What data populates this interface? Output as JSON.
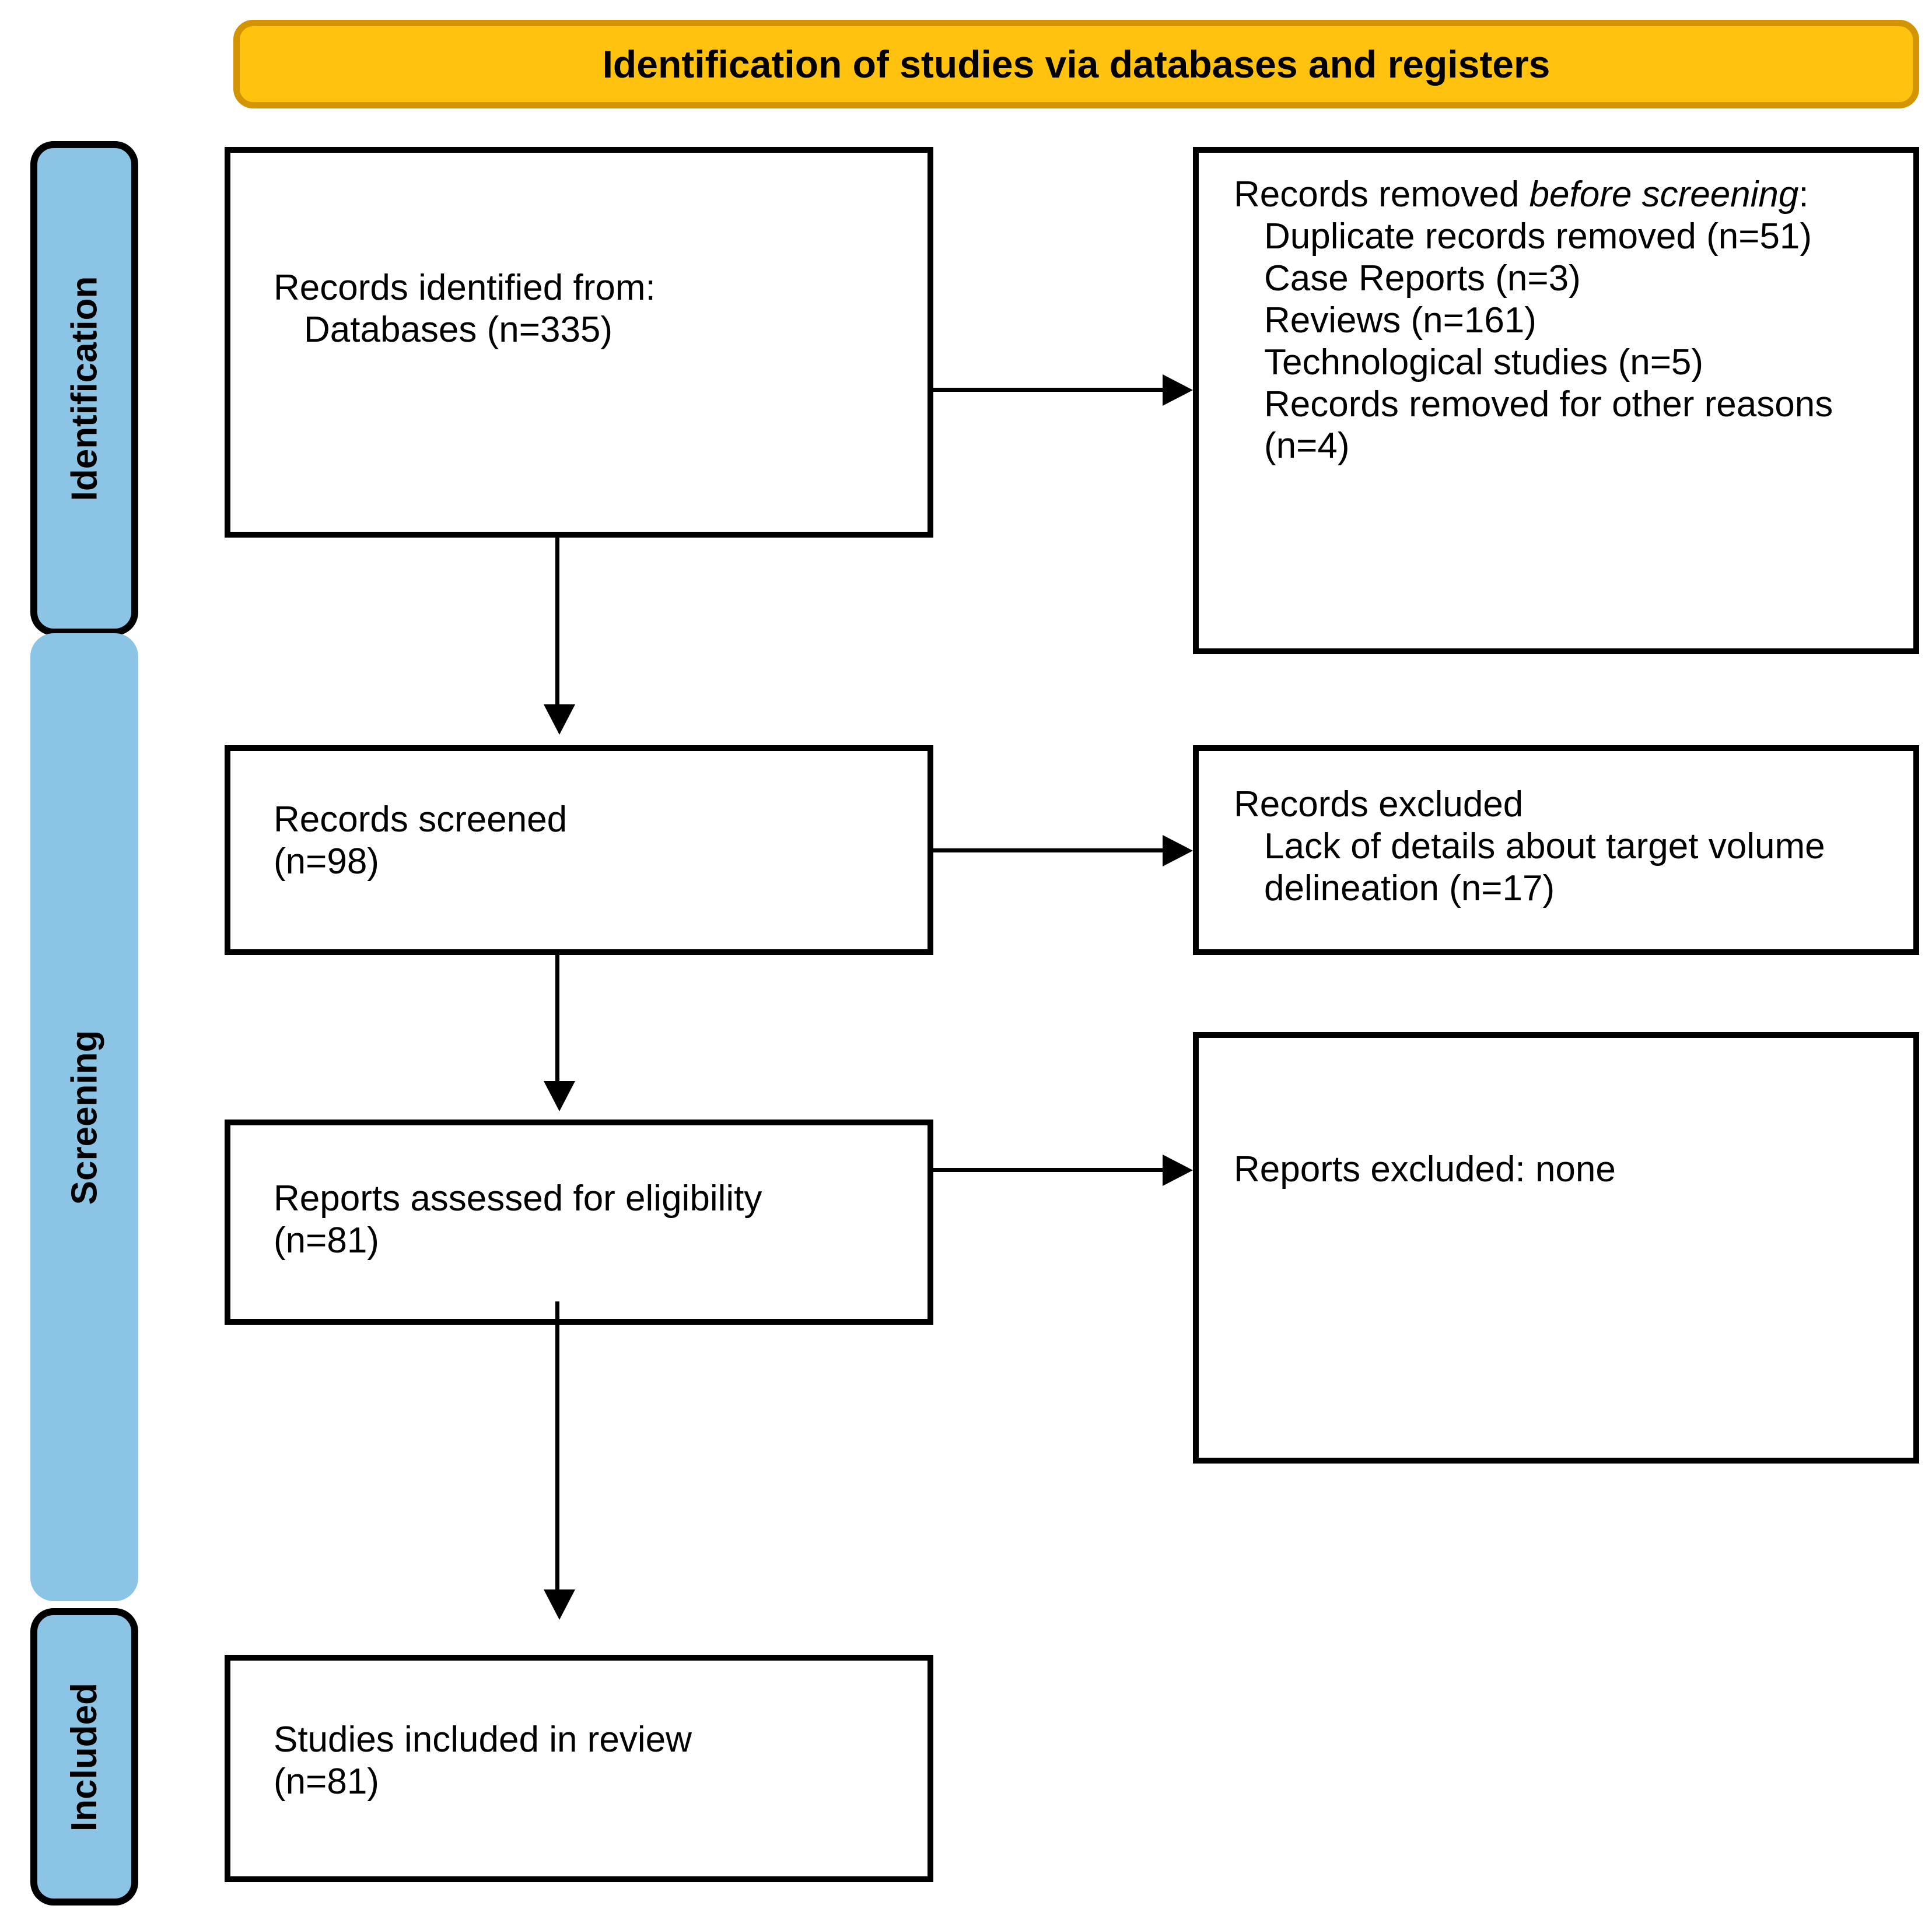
{
  "banner": {
    "title": "Identification of studies via databases and registers",
    "fill_color": "#FFC20E",
    "border_color": "#D29400"
  },
  "phases": {
    "accent_color": "#8CC4E6",
    "identification": "Identification",
    "screening": "Screening",
    "included": "Included"
  },
  "boxes": {
    "identified": {
      "line1": "Records identified from:",
      "line2": "Databases (n=335)"
    },
    "removed_before_screening": {
      "heading_prefix": "Records removed ",
      "heading_italic": "before screening",
      "heading_suffix": ":",
      "items": [
        "Duplicate records removed (n=51)",
        "Case Reports (n=3)",
        "Reviews (n=161)",
        "Technological studies (n=5)",
        "Records removed for other reasons (n=4)"
      ]
    },
    "screened": {
      "line1": "Records screened",
      "line2": "(n=98)"
    },
    "records_excluded": {
      "line1": "Records excluded",
      "line2": "Lack of details about target volume delineation (n=17)"
    },
    "eligibility": {
      "line1": "Reports assessed for eligibility",
      "line2": "(n=81)"
    },
    "reports_excluded": {
      "line1": "Reports excluded: none"
    },
    "included": {
      "line1": "Studies included in review",
      "line2": "(n=81)"
    }
  },
  "counts": {
    "databases_identified": 335,
    "duplicates_removed": 51,
    "case_reports_removed": 3,
    "reviews_removed": 161,
    "technological_studies_removed": 5,
    "other_reasons_removed": 4,
    "records_screened": 98,
    "records_excluded_lack_of_details": 17,
    "reports_assessed": 81,
    "reports_excluded": 0,
    "studies_included": 81
  }
}
